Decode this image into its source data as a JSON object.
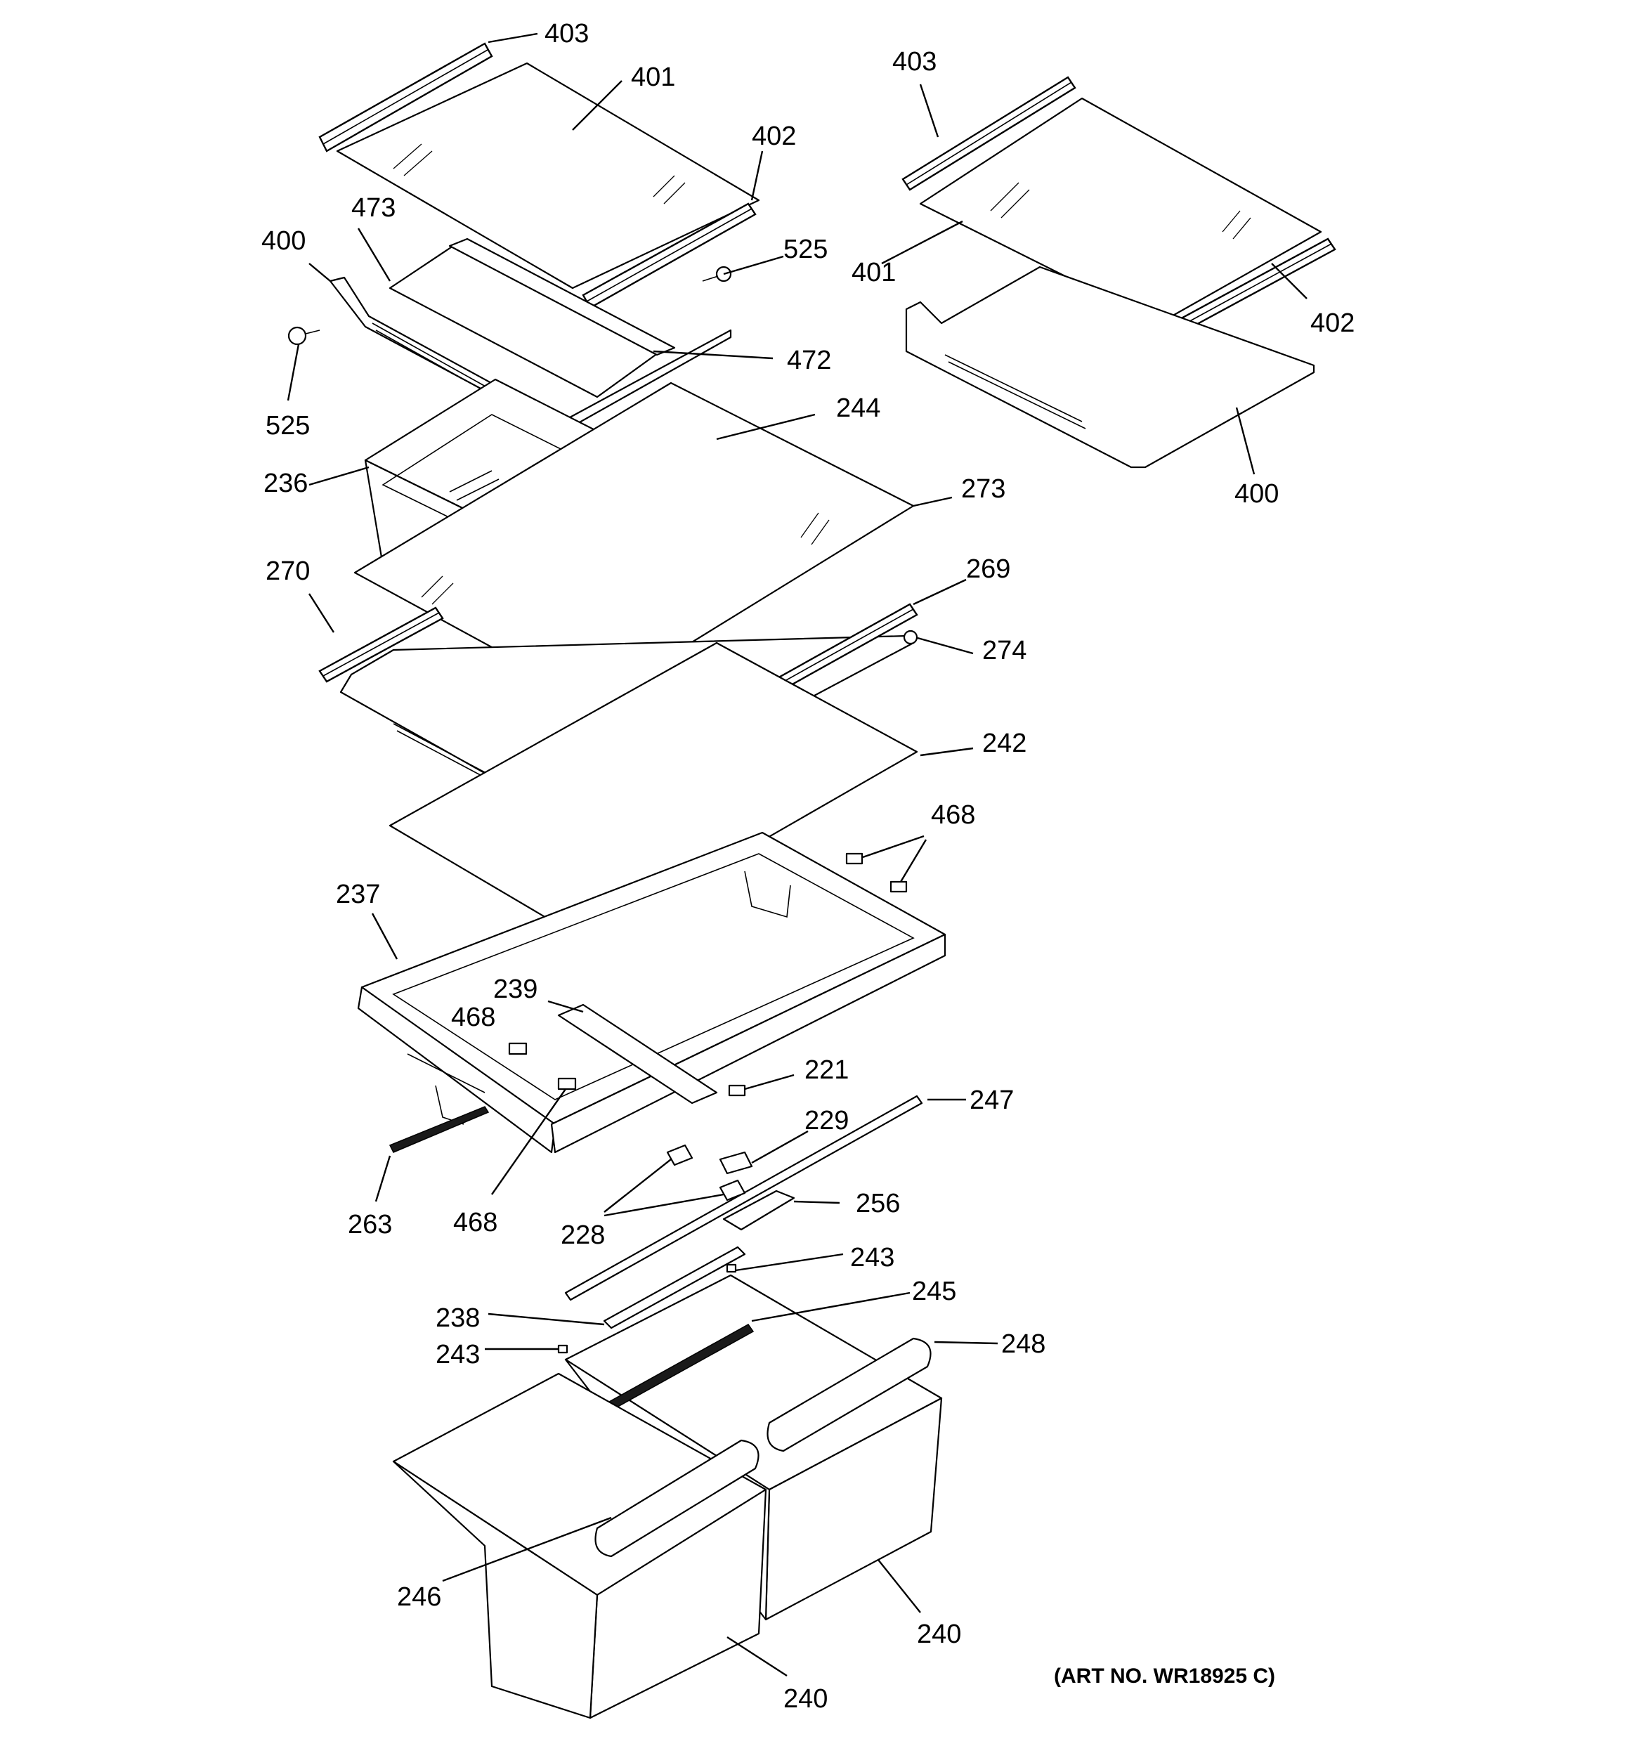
{
  "callouts": {
    "c403a": "403",
    "c401a": "401",
    "c402a": "402",
    "c473": "473",
    "c400a": "400",
    "c525a": "525",
    "c525b": "525",
    "c472": "472",
    "c244": "244",
    "c236": "236",
    "c273": "273",
    "c270": "270",
    "c269": "269",
    "c274": "274",
    "c242": "242",
    "c468a": "468",
    "c237": "237",
    "c239": "239",
    "c468b": "468",
    "c221": "221",
    "c247": "247",
    "c229": "229",
    "c263": "263",
    "c468c": "468",
    "c228": "228",
    "c256": "256",
    "c243a": "243",
    "c245": "245",
    "c238": "238",
    "c243b": "243",
    "c248": "248",
    "c246": "246",
    "c240a": "240",
    "c240b": "240",
    "c403b": "403",
    "c401b": "401",
    "c402b": "402",
    "c400b": "400"
  },
  "art_number": "(ART NO. WR18925 C)"
}
